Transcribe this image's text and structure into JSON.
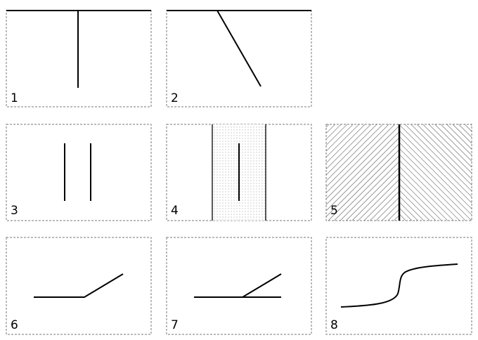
{
  "panels": [
    {
      "label": "1",
      "content": "vertical-line-from-top-edge"
    },
    {
      "label": "2",
      "content": "slanted-line-from-top-edge"
    },
    {
      "label": "3",
      "content": "two-parallel-vertical-lines"
    },
    {
      "label": "4",
      "content": "vertical-line-in-dotted-band"
    },
    {
      "label": "5",
      "content": "line-between-opposing-hatched-regions"
    },
    {
      "label": "6",
      "content": "horizontal-line-bending-upward"
    },
    {
      "label": "7",
      "content": "horizontal-line-with-upward-branch"
    },
    {
      "label": "8",
      "content": "s-shaped-curve"
    }
  ],
  "colors": {
    "stroke": "#000000",
    "border": "#777777",
    "background": "#ffffff"
  }
}
